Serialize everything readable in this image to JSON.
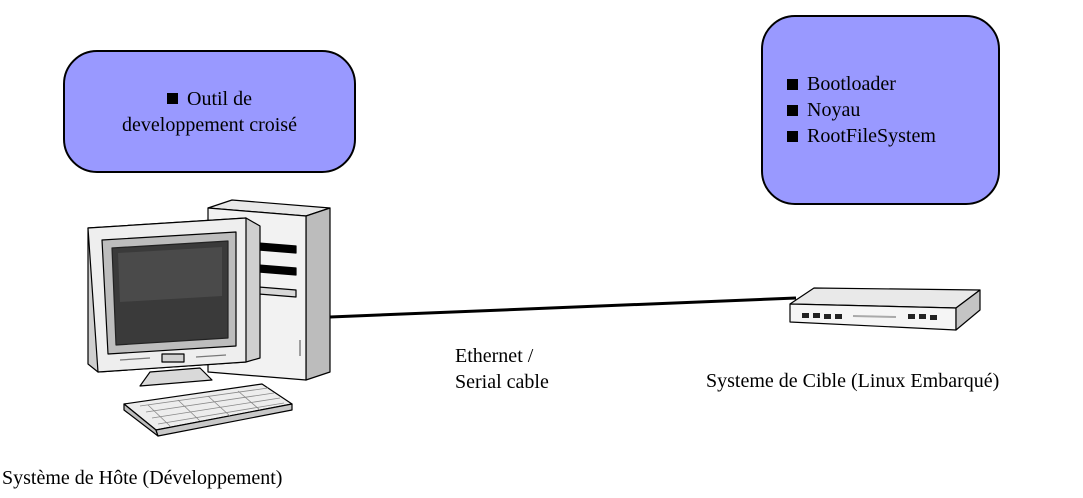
{
  "host_box": {
    "bullet_line1": "Outil de",
    "bullet_line2": "developpement croisé"
  },
  "target_box": {
    "items": [
      "Bootloader",
      "Noyau",
      "RootFileSystem"
    ]
  },
  "cable_label": {
    "line1": "Ethernet /",
    "line2": "Serial cable"
  },
  "target_caption": "Systeme de Cible (Linux Embarqué)",
  "host_caption": "Système de Hôte (Développement)",
  "colors": {
    "box_fill": "#9999ff",
    "box_stroke": "#000000"
  },
  "icons": [
    "desktop-computer-icon",
    "router-icon"
  ]
}
